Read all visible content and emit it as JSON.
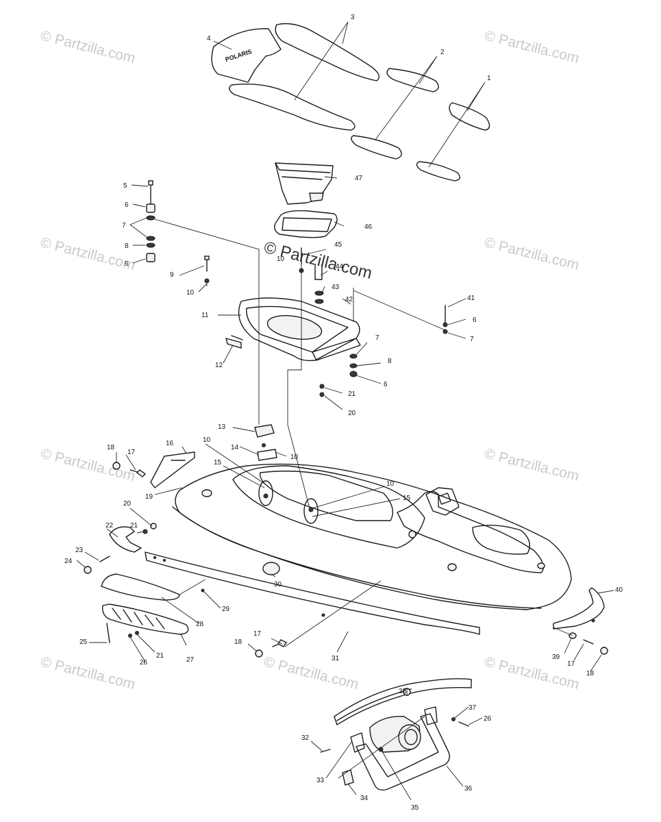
{
  "watermarks": {
    "corner_text": "© Partzilla.com",
    "center_text": "© Partzilla.com"
  },
  "badge_text": "POLARIS",
  "callouts": [
    "1",
    "2",
    "3",
    "4",
    "5",
    "6",
    "7",
    "8",
    "6",
    "9",
    "10",
    "10",
    "11",
    "12",
    "13",
    "14",
    "10",
    "10",
    "15",
    "10",
    "15",
    "16",
    "17",
    "18",
    "19",
    "20",
    "21",
    "22",
    "23",
    "24",
    "25",
    "26",
    "21",
    "27",
    "28",
    "29",
    "30",
    "17",
    "18",
    "31",
    "40",
    "39",
    "17",
    "18",
    "41",
    "6",
    "7",
    "42",
    "43",
    "44",
    "45",
    "46",
    "47",
    "7",
    "8",
    "6",
    "21",
    "20",
    "38",
    "37",
    "26",
    "32",
    "33",
    "34",
    "35",
    "36"
  ],
  "colors": {
    "ink": "#1a1a1a",
    "watermark": "#c9c9c9",
    "background": "#ffffff"
  }
}
